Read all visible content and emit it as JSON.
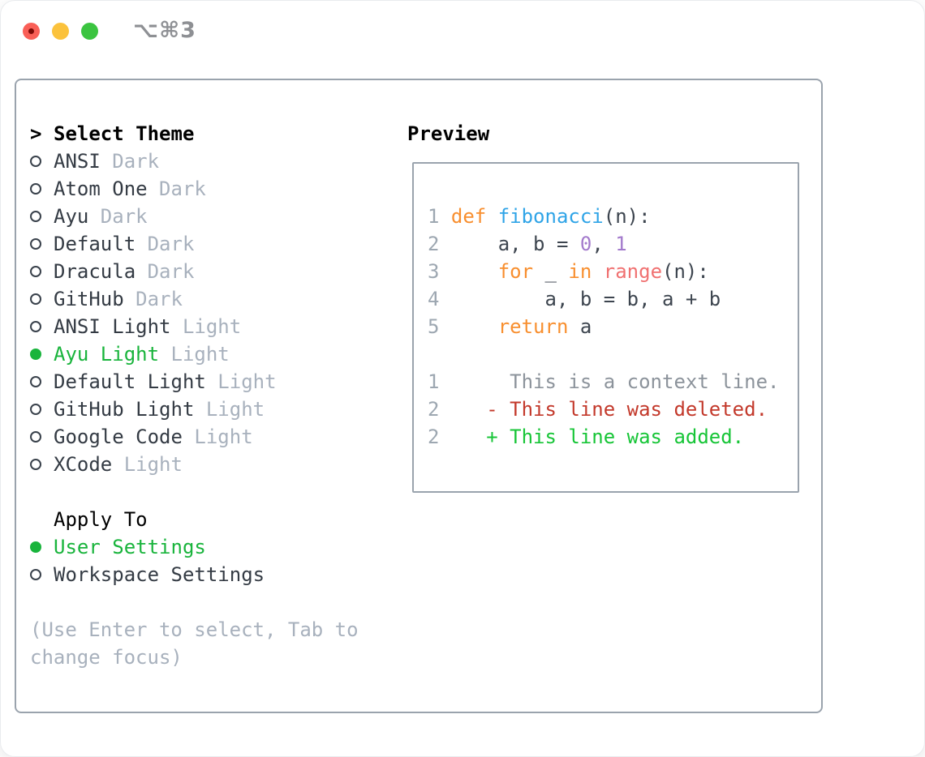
{
  "window": {
    "title": "⌥⌘3",
    "traffic_lights": [
      "close",
      "minimize",
      "zoom"
    ]
  },
  "theme_panel": {
    "header": {
      "prompt": ">",
      "label": "Select Theme"
    },
    "themes": [
      {
        "name": "ANSI",
        "variant": "Dark",
        "selected": false
      },
      {
        "name": "Atom One",
        "variant": "Dark",
        "selected": false
      },
      {
        "name": "Ayu",
        "variant": "Dark",
        "selected": false
      },
      {
        "name": "Default",
        "variant": "Dark",
        "selected": false
      },
      {
        "name": "Dracula",
        "variant": "Dark",
        "selected": false
      },
      {
        "name": "GitHub",
        "variant": "Dark",
        "selected": false
      },
      {
        "name": "ANSI Light",
        "variant": "Light",
        "selected": false
      },
      {
        "name": "Ayu Light",
        "variant": "Light",
        "selected": true
      },
      {
        "name": "Default Light",
        "variant": "Light",
        "selected": false
      },
      {
        "name": "GitHub Light",
        "variant": "Light",
        "selected": false
      },
      {
        "name": "Google Code",
        "variant": "Light",
        "selected": false
      },
      {
        "name": "XCode",
        "variant": "Light",
        "selected": false
      }
    ],
    "apply_to": {
      "label": "Apply To",
      "options": [
        {
          "name": "User Settings",
          "selected": true
        },
        {
          "name": "Workspace Settings",
          "selected": false
        }
      ]
    },
    "help": [
      "(Use Enter to select, Tab to",
      "change focus)"
    ]
  },
  "preview": {
    "header": "Preview",
    "lines": [
      {
        "segments": [
          [
            "num",
            "1 "
          ],
          [
            "kw",
            "def "
          ],
          [
            "fn",
            "fibonacci"
          ],
          [
            "pl",
            "(n):"
          ]
        ]
      },
      {
        "segments": [
          [
            "num",
            "2 "
          ],
          [
            "pl",
            "    a, b = "
          ],
          [
            "ct",
            "0"
          ],
          [
            "pl",
            ", "
          ],
          [
            "ct",
            "1"
          ]
        ]
      },
      {
        "segments": [
          [
            "num",
            "3 "
          ],
          [
            "pl",
            "    "
          ],
          [
            "kw",
            "for"
          ],
          [
            "pl",
            " _ "
          ],
          [
            "kw",
            "in"
          ],
          [
            "pl",
            " "
          ],
          [
            "bi",
            "range"
          ],
          [
            "pl",
            "(n):"
          ]
        ]
      },
      {
        "segments": [
          [
            "num",
            "4 "
          ],
          [
            "pl",
            "        a, b = b, a + b"
          ]
        ]
      },
      {
        "segments": [
          [
            "num",
            "5 "
          ],
          [
            "pl",
            "    "
          ],
          [
            "kw",
            "return"
          ],
          [
            "pl",
            " a"
          ]
        ]
      },
      {
        "segments": []
      },
      {
        "segments": [
          [
            "num",
            "1"
          ],
          [
            "ctx",
            "      This is a context line."
          ]
        ]
      },
      {
        "segments": [
          [
            "num",
            "2"
          ],
          [
            "del",
            "    - This line was deleted."
          ]
        ]
      },
      {
        "segments": [
          [
            "num",
            "2"
          ],
          [
            "add",
            "    + This line was added."
          ]
        ]
      }
    ]
  },
  "colors": {
    "accent_green": "#19B43C",
    "traffic_close": "#F95F57",
    "traffic_minimize": "#FBC23C",
    "traffic_zoom": "#3BC440",
    "panel_border": "#9AA3AD",
    "item_text": "#343B44",
    "muted_text": "#A8B1BD",
    "syntax_keyword": "#F88F2F",
    "syntax_function": "#2FA4E7",
    "syntax_builtin": "#F07171",
    "syntax_constant": "#A37ACC",
    "syntax_plain": "#3D454F",
    "line_number": "#9DA7B1",
    "diff_context": "#8C939B",
    "diff_deleted": "#C3392B",
    "diff_added": "#17C537"
  }
}
